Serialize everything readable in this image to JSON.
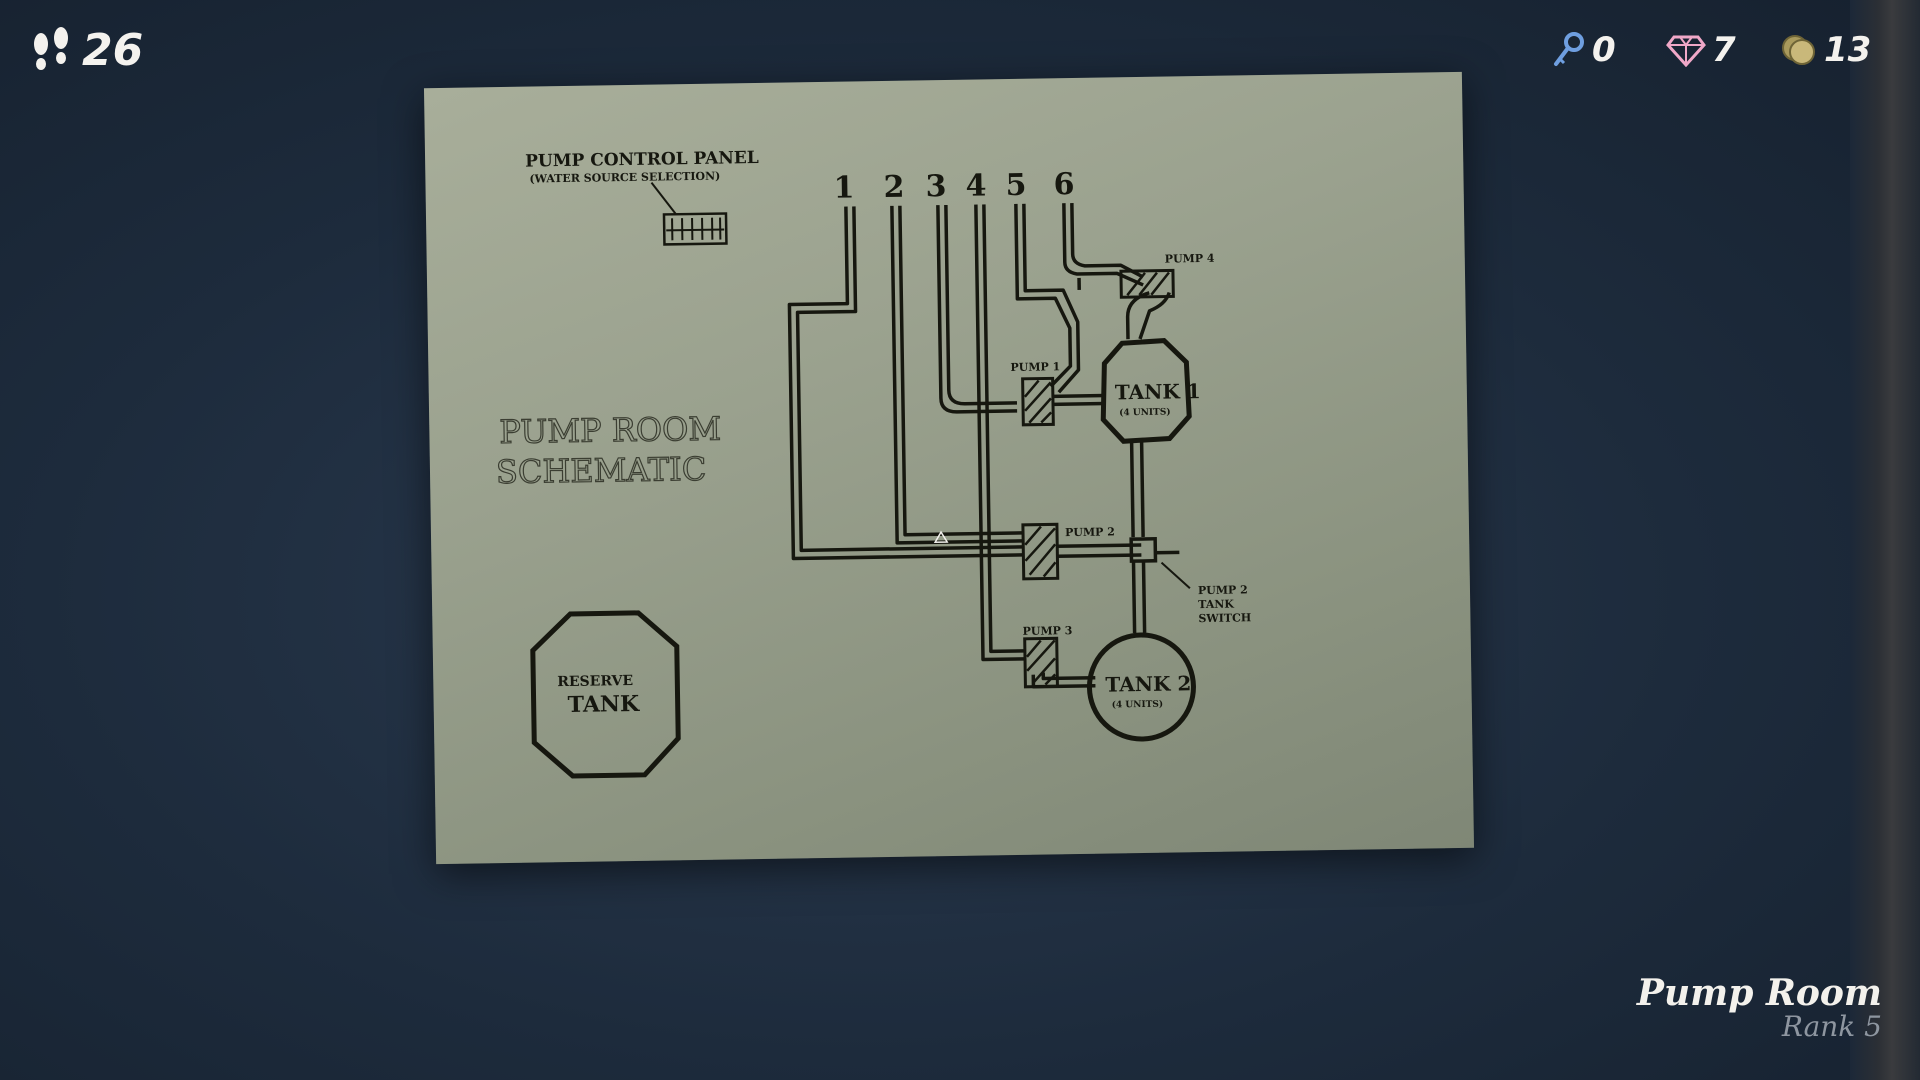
{
  "hud": {
    "steps": "26",
    "keys": "0",
    "gems": "7",
    "coins": "13"
  },
  "room": {
    "name": "Pump Room",
    "rank": "Rank 5"
  },
  "schematic": {
    "control_panel_title": "PUMP CONTROL PANEL",
    "control_panel_subtitle": "(WATER SOURCE SELECTION)",
    "title_line1": "PUMP ROOM",
    "title_line2": "SCHEMATIC",
    "lines": [
      "1",
      "2",
      "3",
      "4",
      "5",
      "6"
    ],
    "pump1": "PUMP 1",
    "pump2": "PUMP 2",
    "pump3": "PUMP 3",
    "pump4": "PUMP 4",
    "tank1": "TANK 1",
    "tank1_units": "(4 UNITS)",
    "tank2": "TANK 2",
    "tank2_units": "(4 UNITS)",
    "switch_line1": "PUMP 2",
    "switch_line2": "TANK",
    "switch_line3": "SWITCH",
    "reserve_line1": "RESERVE",
    "reserve_line2": "TANK"
  },
  "colors": {
    "background": "#1d2b3c",
    "paper": "#9ba28f",
    "ink": "#16170f",
    "key_icon": "#6f9fe0",
    "gem_icon": "#f0a8c8",
    "coin_icon": "#c9b87a"
  }
}
